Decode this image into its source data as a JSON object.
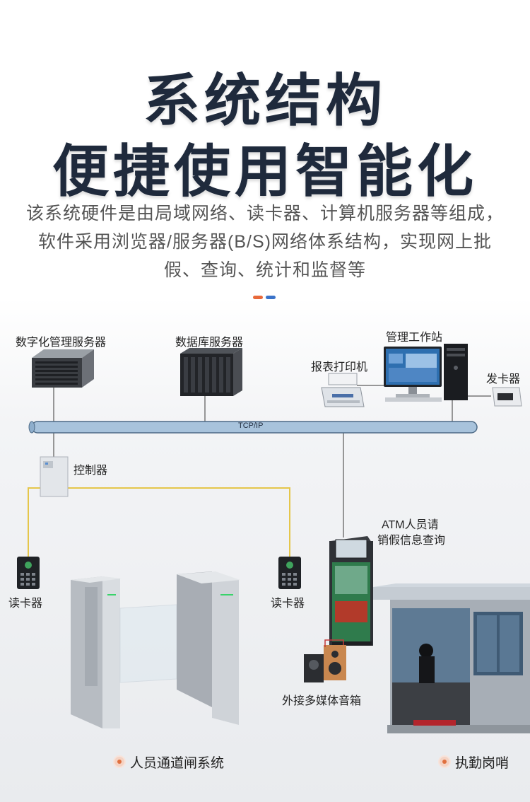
{
  "header": {
    "title_line1": "系统结构",
    "title_line2": "便捷使用智能化",
    "description": "该系统硬件是由局域网络、读卡器、计算机服务器等组成，软件采用浏览器/服务器(B/S)网络体系结构，实现网上批假、查询、统计和监督等"
  },
  "accent_colors": {
    "dot_left": "#e8693a",
    "dot_right": "#3a73c9",
    "network_bus": "#a8c3dc",
    "card_line": "#e5c64a"
  },
  "network": {
    "bus_label": "TCP/IP"
  },
  "nodes": {
    "digital_server": "数字化管理服务器",
    "db_server": "数据库服务器",
    "workstation": "管理工作站",
    "printer": "报表打印机",
    "card_issuer": "发卡器",
    "controller": "控制器",
    "reader_left": "读卡器",
    "reader_right": "读卡器",
    "atm_line1": "ATM人员请",
    "atm_line2": "销假信息查询",
    "speaker": "外接多媒体音箱"
  },
  "captions": {
    "gate_system": "人员通道闸系统",
    "guard_post": "执勤岗哨"
  }
}
